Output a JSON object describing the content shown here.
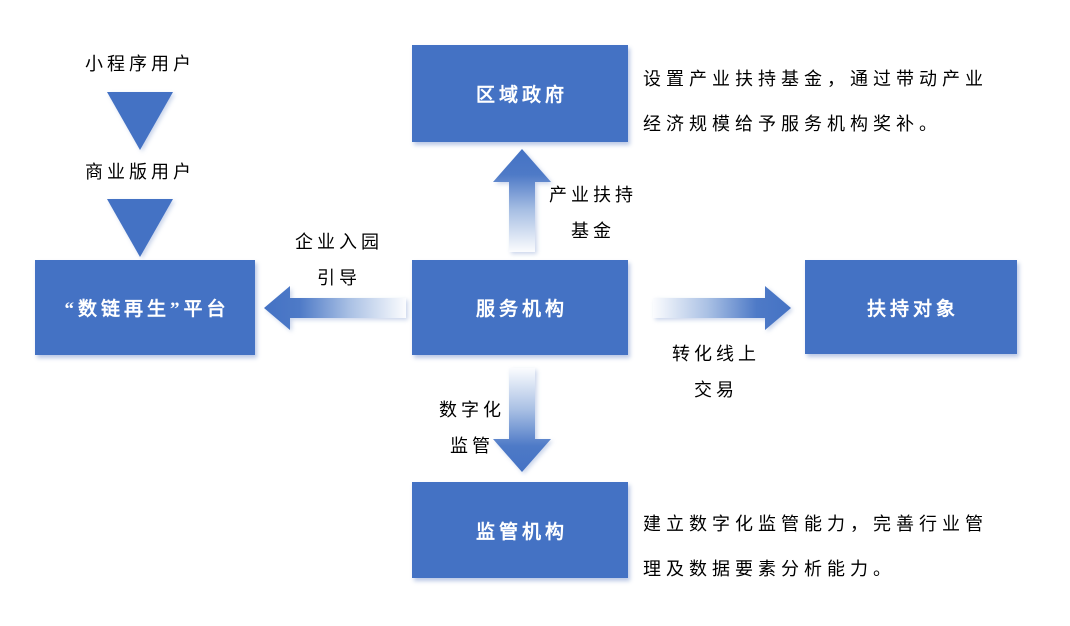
{
  "colors": {
    "accent": "#4472C4",
    "arrow_light": "#FBFCFE"
  },
  "funnel": {
    "top_label": "小程序用户",
    "bottom_label": "商业版用户"
  },
  "nodes": {
    "platform": {
      "label": "“数链再生”平台"
    },
    "government": {
      "label": "区域政府"
    },
    "service": {
      "label": "服务机构"
    },
    "support_target": {
      "label": "扶持对象"
    },
    "regulator": {
      "label": "监管机构"
    }
  },
  "edges": {
    "fund": {
      "line1": "产业扶持",
      "line2": "基金"
    },
    "park_guidance": {
      "line1": "企业入园",
      "line2": "引导"
    },
    "online_trade": {
      "line1": "转化线上",
      "line2": "交易"
    },
    "digital_regulation": {
      "line1": "数字化",
      "line2": "监管"
    }
  },
  "notes": {
    "government": {
      "line1": "设置产业扶持基金，通过带动产业",
      "line2": "经济规模给予服务机构奖补。"
    },
    "regulator": {
      "line1": "建立数字化监管能力，完善行业管",
      "line2": "理及数据要素分析能力。"
    }
  }
}
